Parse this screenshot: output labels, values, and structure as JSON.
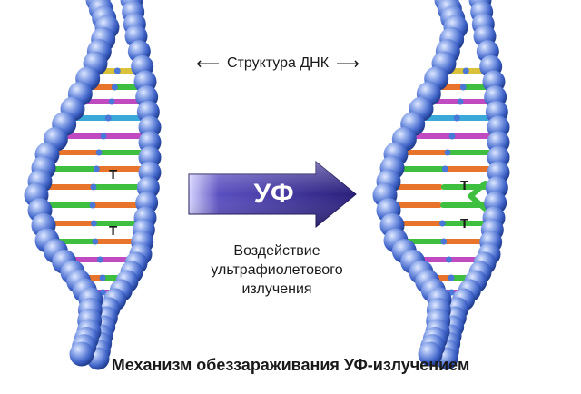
{
  "structure_label": "Структура ДНК",
  "arrow_left_icon": "left-arrow-icon",
  "arrow_right_icon": "right-arrow-icon",
  "uv_label": "УФ",
  "description_lines": [
    "Воздействие",
    "ультрафиолетового",
    "излучения"
  ],
  "caption": "Механизм обеззараживания УФ-излучением",
  "thymine_label": "T",
  "colors": {
    "backbone": "#3f63c8",
    "backbone_light": "#a9c0f0",
    "uv_arrow": "#3a2f8c",
    "base_orange": "#e8742b",
    "base_green": "#3fbf3f",
    "base_magenta": "#c04ac0",
    "base_yellow": "#d9c23a",
    "base_blue": "#3aa8d8"
  }
}
